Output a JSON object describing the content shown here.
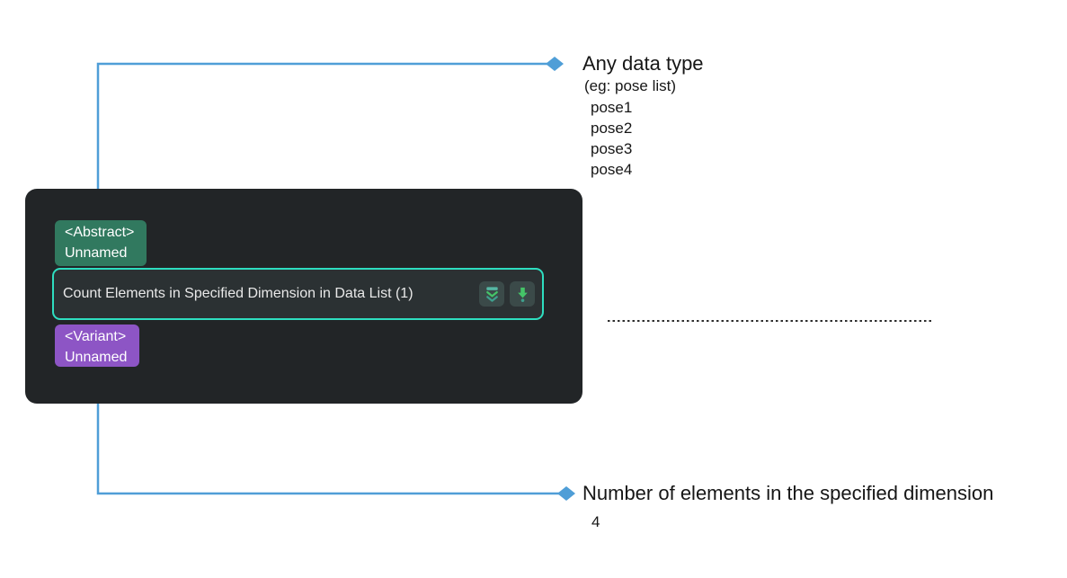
{
  "node": {
    "title": "Count Elements in Specified Dimension in Data List (1)",
    "input_port": {
      "type_label": "<Abstract>",
      "name": "Unnamed"
    },
    "output_port": {
      "type_label": "<Variant>",
      "name": "Unnamed"
    },
    "toolbar": {
      "expand_button_icon": "double-chevron-down-icon",
      "insert_button_icon": "arrow-down-dot-icon"
    }
  },
  "annotations": {
    "input": {
      "title": "Any data type",
      "subtitle": "(eg: pose list)",
      "items": [
        "pose1",
        "pose2",
        "pose3",
        "pose4"
      ]
    },
    "output": {
      "title": "Number of elements in the specified dimension",
      "value": "4"
    }
  },
  "colors": {
    "connector_blue": "#4f9ed7",
    "node_background": "#222527",
    "input_badge_green": "#31795f",
    "output_badge_purple": "#8d55c5",
    "title_border_teal": "#2edec0",
    "icon_green": "#45c468",
    "icon_teal": "#4aa untouched"
  }
}
